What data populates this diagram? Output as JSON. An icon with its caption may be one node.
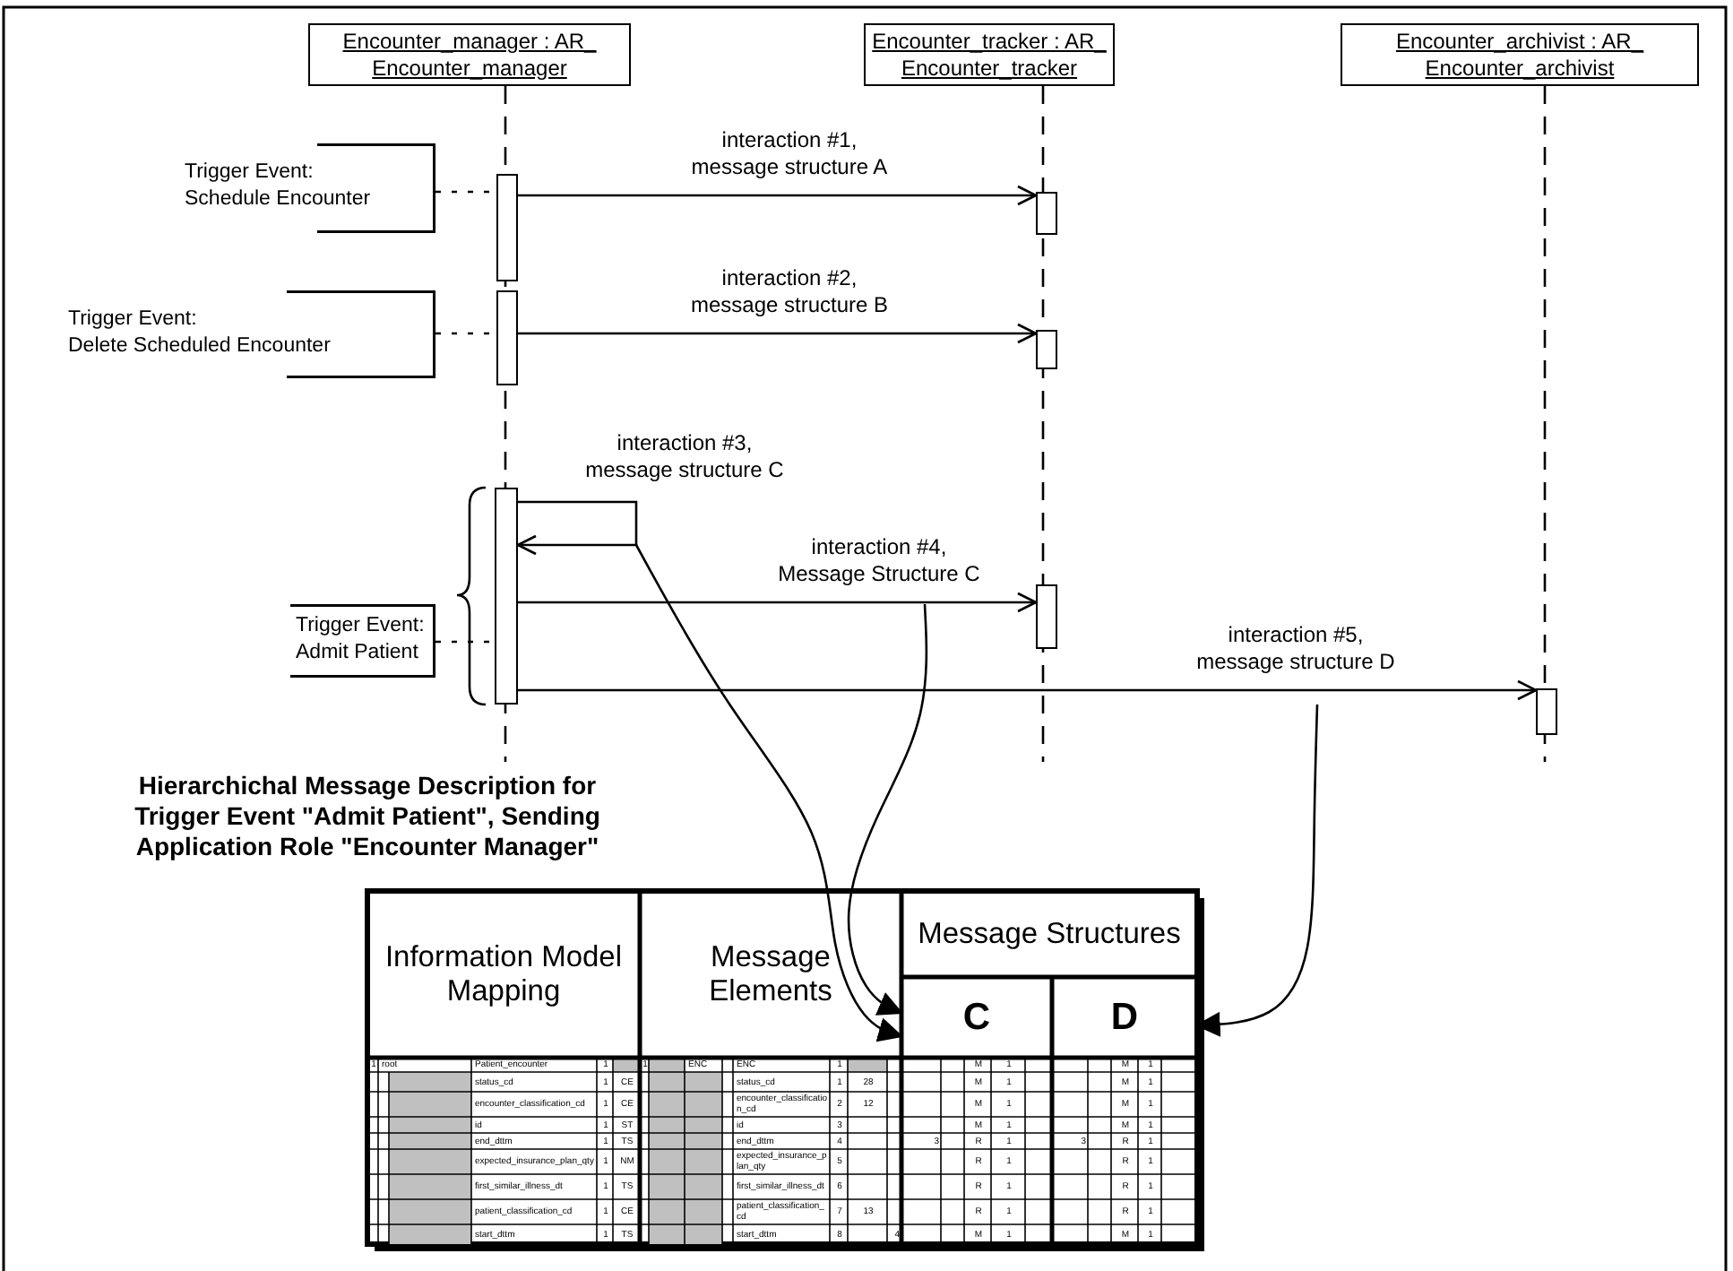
{
  "diagram": {
    "nodes": [
      {
        "text": [
          "Encounter_manager : AR_ Encounter_manager"
        ]
      },
      {
        "text": [
          "Encounter_tracker : AR_ Encounter_tracker"
        ]
      },
      {
        "text": [
          "Encounter_archivist : AR_ Encounter_archivist"
        ]
      },
      {
        "text": [
          "Trigger Event:",
          "Schedule Encounter"
        ]
      },
      {
        "text": [],
        "shape": "bar"
      },
      {
        "text": [],
        "shape": "bar"
      },
      {
        "text": [
          "Trigger Event:",
          "Delete Scheduled Encounter"
        ]
      },
      {
        "text": [],
        "shape": "bar"
      },
      {
        "text": [],
        "shape": "bar"
      },
      {
        "text": [
          "Trigger Event:",
          "Admit Patient"
        ]
      },
      {
        "text": [],
        "shape": "bar"
      },
      {
        "text": [],
        "shape": "bar"
      },
      {
        "text": [],
        "shape": "bar"
      },
      {
        "text": [
          "Information Model Mapping"
        ]
      },
      {
        "text": [
          "Message Elements"
        ]
      },
      {
        "text": [
          "Message Structures"
        ]
      },
      {
        "text": [
          "C"
        ]
      },
      {
        "text": [
          "D"
        ]
      }
    ],
    "edges": [
      {
        "from": 4,
        "to": 5,
        "arrow": "to",
        "label": "interaction #1, message structure A"
      },
      {
        "from": 7,
        "to": 8,
        "arrow": "to",
        "label": "interaction #2, message structure B"
      },
      {
        "from": 10,
        "to": 10,
        "arrow": "to",
        "label": "interaction #3, message structure C"
      },
      {
        "from": 10,
        "to": 11,
        "arrow": "to",
        "label": "interaction #4, Message Structure C"
      },
      {
        "from": 10,
        "to": 12,
        "arrow": "to",
        "label": "interaction #5, message structure D"
      },
      {
        "from": 3,
        "to": 4,
        "arrow": "none",
        "style": "dashed"
      },
      {
        "from": 6,
        "to": 7,
        "arrow": "none",
        "style": "dashed"
      },
      {
        "from": 9,
        "to": 10,
        "arrow": "none",
        "style": "dashed"
      },
      {
        "from": null,
        "to": 16,
        "arrow": "to"
      },
      {
        "from": null,
        "to": 16,
        "arrow": "to"
      },
      {
        "from": null,
        "to": 17,
        "arrow": "to"
      }
    ],
    "labels": [
      "Hierarchichal Message Description for Trigger Event \"Admit Patient\", Sending Application Role \"Encounter Manager\"",
      "1",
      "root",
      "Patient_encounter",
      "1",
      "1",
      "ENC",
      "ENC",
      "1",
      "M",
      "1",
      "M",
      "1",
      "status_cd",
      "1",
      "CE",
      "status_cd",
      "1",
      "28",
      "M",
      "1",
      "M",
      "1",
      "encounter_classification_cd",
      "1",
      "CE",
      "encounter_classification_cd",
      "2",
      "12",
      "M",
      "1",
      "M",
      "1",
      "id",
      "1",
      "ST",
      "id",
      "3",
      "M",
      "1",
      "M",
      "1",
      "end_dttm",
      "1",
      "TS",
      "end_dttm",
      "4",
      "3",
      "R",
      "1",
      "3",
      "R",
      "1",
      "expected_insurance_plan_qty",
      "1",
      "NM",
      "expected_insurance_plan_qty",
      "5",
      "R",
      "1",
      "R",
      "1",
      "first_similar_illness_dt",
      "1",
      "TS",
      "first_similar_illness_dt",
      "6",
      "R",
      "1",
      "R",
      "1",
      "patient_classification_cd",
      "1",
      "CE",
      "patient_classification_cd",
      "7",
      "13",
      "R",
      "1",
      "R",
      "1",
      "start_dttm",
      "1",
      "TS",
      "start_dttm",
      "8",
      "4",
      "M",
      "1",
      "M",
      "1"
    ]
  }
}
